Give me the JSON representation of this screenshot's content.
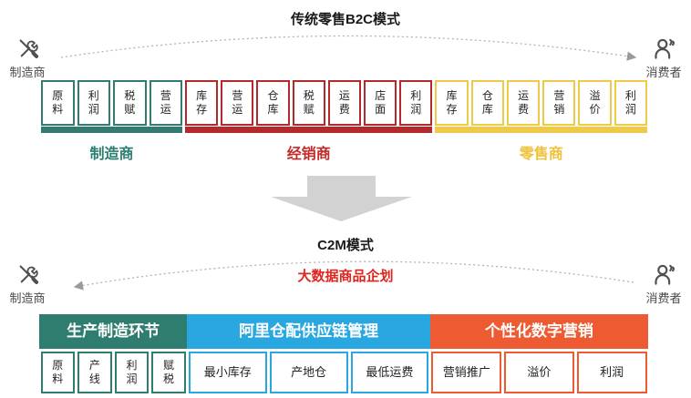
{
  "top": {
    "title": "传统零售B2C模式",
    "left_actor": "制造商",
    "right_actor": "消费者",
    "groups": [
      {
        "name": "制造商",
        "color": "#337a70",
        "items": [
          "原\n料",
          "利\n润",
          "税\n赋",
          "营\n运"
        ]
      },
      {
        "name": "经销商",
        "color": "#b4292b",
        "items": [
          "库\n存",
          "营\n运",
          "仓\n库",
          "税\n赋",
          "运\n费",
          "店\n面",
          "利\n润"
        ]
      },
      {
        "name": "零售商",
        "color": "#efc23b",
        "items": [
          "库\n存",
          "仓\n库",
          "运\n费",
          "营\n销",
          "溢\n价",
          "利\n润"
        ]
      }
    ]
  },
  "bottom": {
    "title": "C2M模式",
    "subtitle": "大数据商品企划",
    "subtitle_color": "#e0251f",
    "left_actor": "制造商",
    "right_actor": "消费者",
    "sections": [
      {
        "header": "生产制造环节",
        "color": "#2e7d6e",
        "items": [
          "原\n料",
          "产\n线",
          "利\n润",
          "赋\n税"
        ]
      },
      {
        "header": "阿里仓配供应链管理",
        "color": "#29a7e1",
        "items": [
          "最小库存",
          "产地仓",
          "最低运费"
        ]
      },
      {
        "header": "个性化数字营销",
        "color": "#ee5a31",
        "items": [
          "营销推广",
          "溢价",
          "利润"
        ]
      }
    ]
  },
  "misc": {
    "arrow_color": "#d2d2d2",
    "arc_color": "#b3b3b3"
  }
}
